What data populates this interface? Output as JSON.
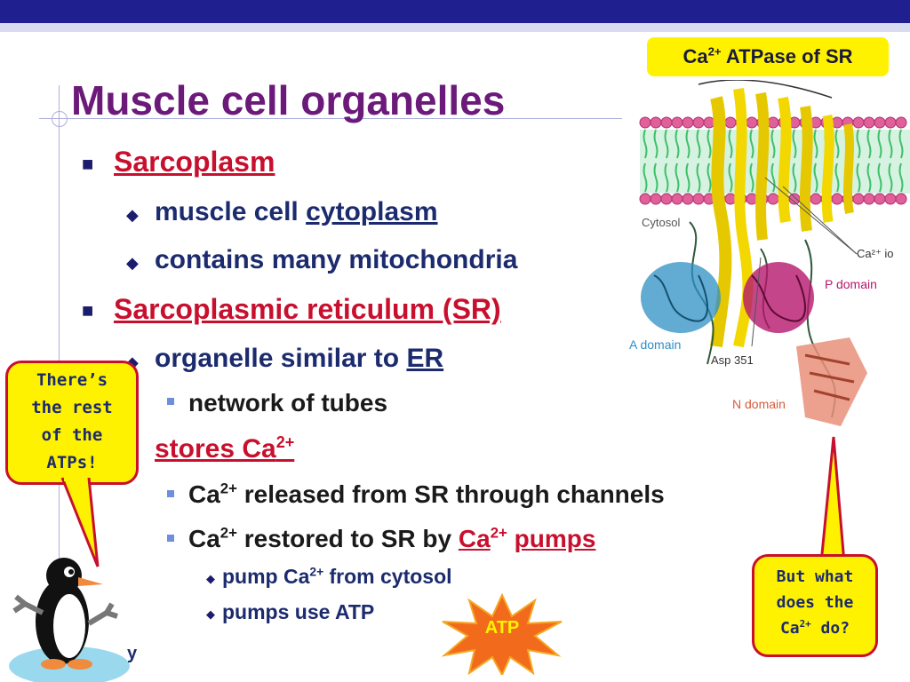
{
  "title": "Muscle cell organelles",
  "bullets": {
    "sarcoplasm": "Sarcoplasm",
    "muscle_cell": "muscle cell",
    "cytoplasm": "cytoplasm",
    "mitochondria": "contains many mitochondria",
    "sr": "Sarcoplasmic reticulum (SR)",
    "organelle": "organelle similar to",
    "er": "ER",
    "network": "network of tubes",
    "stores": "stores Ca",
    "released_ca": "Ca",
    "released_rest": "released from SR through channels",
    "restored_ca": "Ca",
    "restored_mid": "restored to SR by",
    "restored_ca2": "Ca",
    "pumps": "pumps",
    "pump_a": "pump Ca",
    "pump_b": "from cytosol",
    "pumps_use": "pumps use ATP",
    "sup": "2+"
  },
  "figure": {
    "tag_a": "Ca",
    "tag_b": "ATPase of SR",
    "cytosol": "Cytosol",
    "ca_ion": "Ca²⁺ io",
    "p_domain": "P domain",
    "a_domain": "A domain",
    "asp": "Asp 351",
    "n_domain": "N domain"
  },
  "bubble_left": [
    "There’s",
    "the rest",
    "of the",
    "ATPs!"
  ],
  "bubble_right": {
    "l1": "But what",
    "l2": "does the",
    "l3a": "Ca",
    "l3b": "do?"
  },
  "atp_burst": "ATP",
  "footer": "y",
  "colors": {
    "title": "#6b1a7a",
    "accent_red": "#c8102e",
    "navy": "#1c2b6e",
    "bubble": "#fff200",
    "bar": "#1f1f8f"
  }
}
